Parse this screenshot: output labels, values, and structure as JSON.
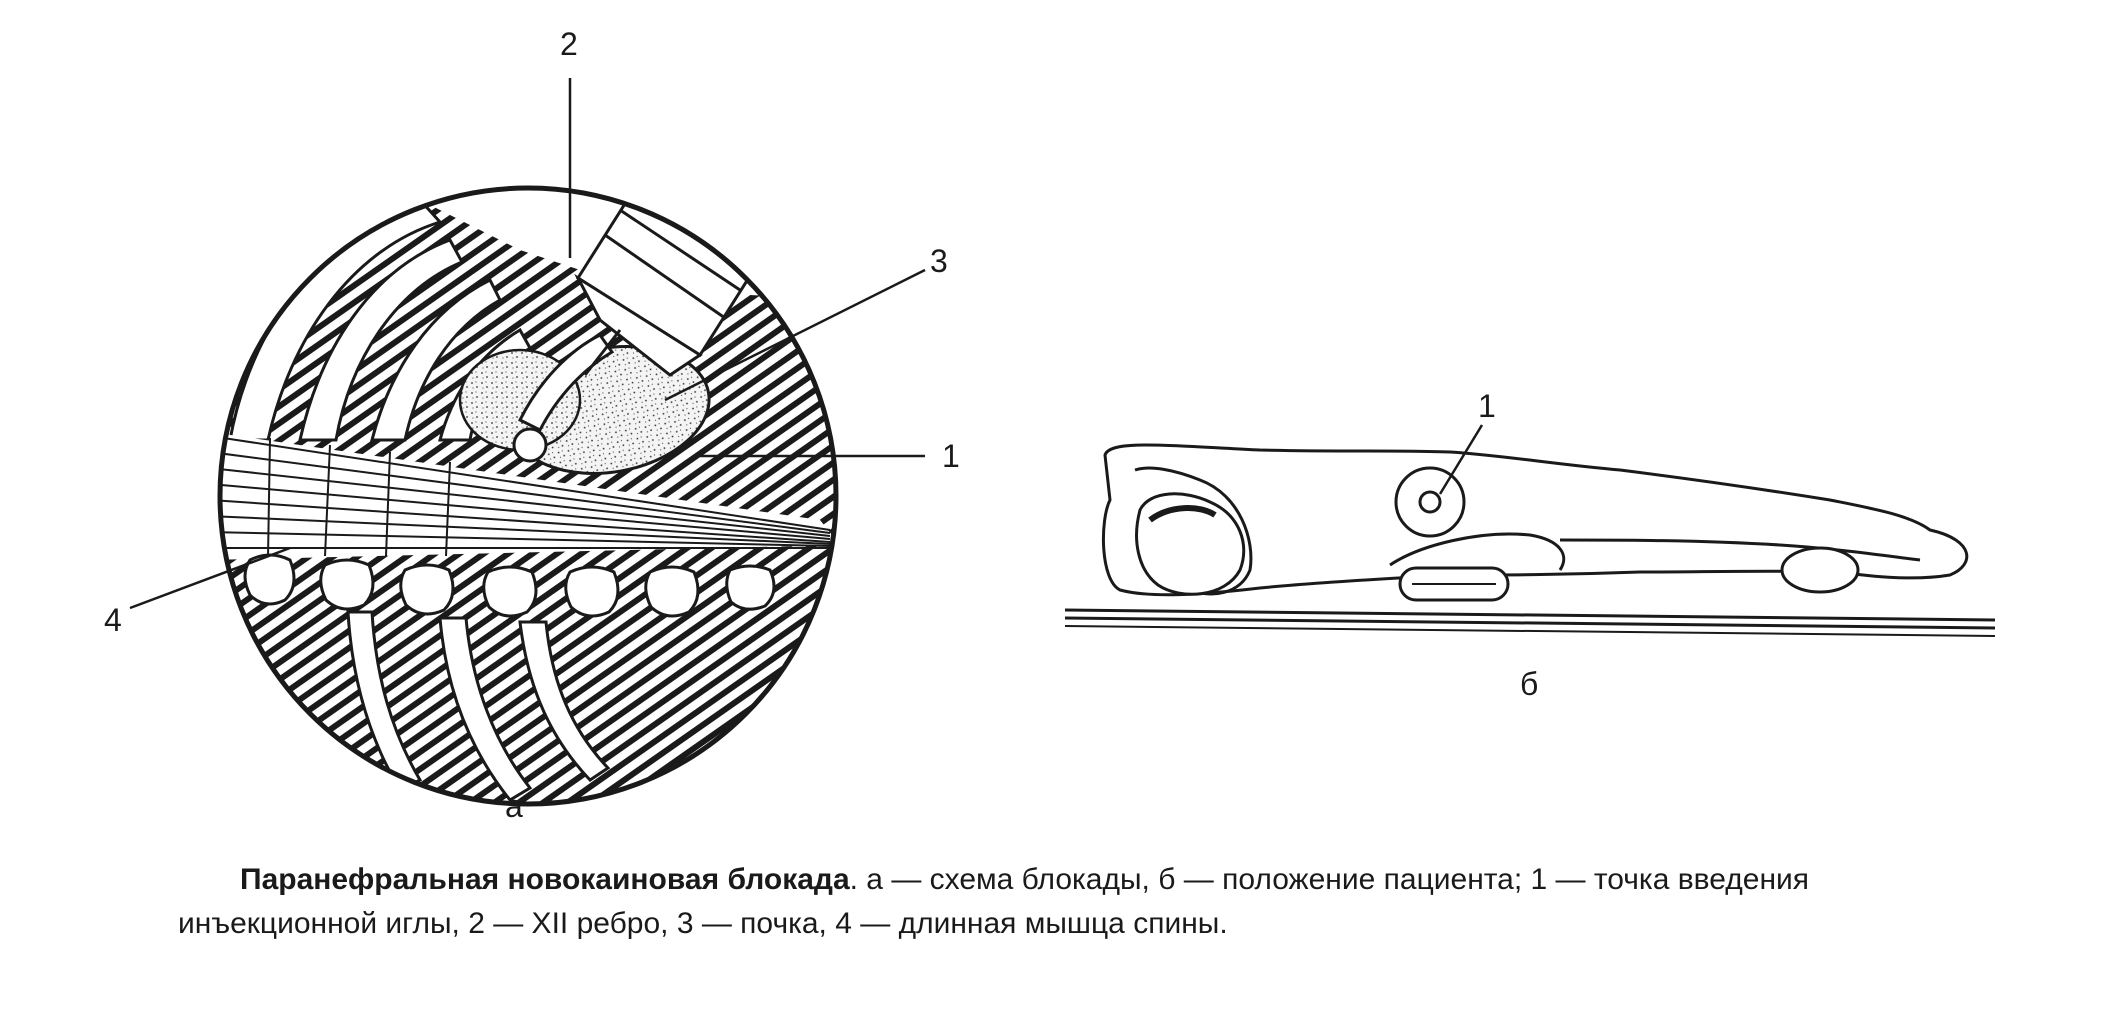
{
  "figure_a": {
    "labels": {
      "l1": "1",
      "l2": "2",
      "l3": "3",
      "l4": "4"
    },
    "panel_letter": "а"
  },
  "figure_b": {
    "labels": {
      "l1": "1"
    },
    "panel_letter": "б"
  },
  "caption": {
    "title": "Паранефральная новокаиновая блокада",
    "text_line1": ". а — схема блокады, б — положение пациента; 1 — точка введения",
    "text_line2": "инъекционной иглы, 2 — XII ребро, 3 — почка, 4 — длинная мышца спины."
  },
  "colors": {
    "ink": "#1a1a1a",
    "paper": "#ffffff"
  }
}
